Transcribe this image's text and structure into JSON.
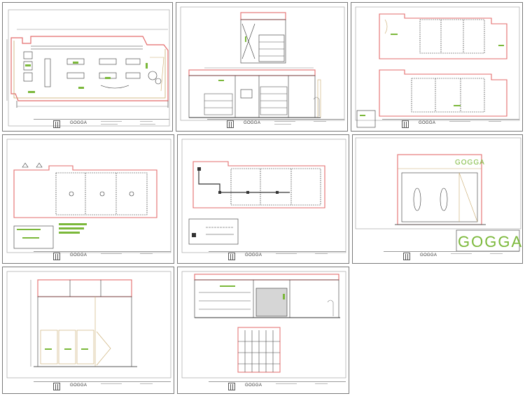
{
  "document": {
    "brand": "GOGGA",
    "sheet_count": 8,
    "sheets": [
      {
        "id": "planta-layout",
        "brand": "GOGGA"
      },
      {
        "id": "elevaciones-vitrina",
        "brand": "GOGGA"
      },
      {
        "id": "planta-cielo-raso",
        "brand": "GOGGA"
      },
      {
        "id": "planta-iluminacion",
        "brand": "GOGGA"
      },
      {
        "id": "planta-instalaciones",
        "brand": "GOGGA"
      },
      {
        "id": "fachada-logo",
        "brand": "GOGGA",
        "facade_sign": "GOGGA",
        "logo_large": "GOGGA"
      },
      {
        "id": "elevacion-frontal",
        "brand": "GOGGA"
      },
      {
        "id": "elevaciones-interiores",
        "brand": "GOGGA"
      }
    ]
  },
  "colors": {
    "paper": "#ffffff",
    "border": "#7a7a7a",
    "wall_red": "#e36b6b",
    "accent_green": "#7bb83a",
    "line_dark": "#333333",
    "line_gray": "#9a9a9a",
    "wood_tan": "#c8a86a"
  }
}
